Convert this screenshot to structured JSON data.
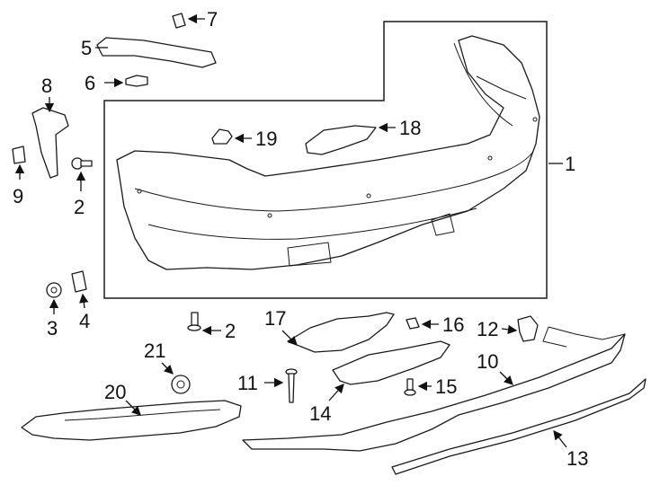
{
  "callouts": [
    {
      "id": "1",
      "label": "1"
    },
    {
      "id": "2a",
      "label": "2"
    },
    {
      "id": "2b",
      "label": "2"
    },
    {
      "id": "3",
      "label": "3"
    },
    {
      "id": "4",
      "label": "4"
    },
    {
      "id": "5",
      "label": "5"
    },
    {
      "id": "6",
      "label": "6"
    },
    {
      "id": "7",
      "label": "7"
    },
    {
      "id": "8",
      "label": "8"
    },
    {
      "id": "9",
      "label": "9"
    },
    {
      "id": "10",
      "label": "10"
    },
    {
      "id": "11",
      "label": "11"
    },
    {
      "id": "12",
      "label": "12"
    },
    {
      "id": "13",
      "label": "13"
    },
    {
      "id": "14",
      "label": "14"
    },
    {
      "id": "15",
      "label": "15"
    },
    {
      "id": "16",
      "label": "16"
    },
    {
      "id": "17",
      "label": "17"
    },
    {
      "id": "18",
      "label": "18"
    },
    {
      "id": "19",
      "label": "19"
    },
    {
      "id": "20",
      "label": "20"
    },
    {
      "id": "21",
      "label": "21"
    }
  ]
}
